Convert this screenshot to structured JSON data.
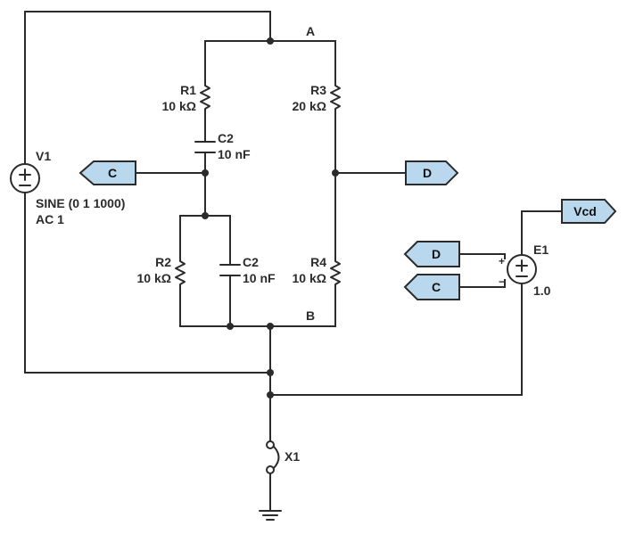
{
  "colors": {
    "line": "#2b2b2b",
    "label_fill": "#b9d8ee",
    "background": "#ffffff"
  },
  "nodes": {
    "a": "A",
    "b": "B"
  },
  "v1": {
    "name": "V1",
    "spec": "SINE (0 1 1000)",
    "ac": "AC 1"
  },
  "r1": {
    "name": "R1",
    "value": "10 kΩ"
  },
  "r2": {
    "name": "R2",
    "value": "10 kΩ"
  },
  "r3": {
    "name": "R3",
    "value": "20 kΩ"
  },
  "r4": {
    "name": "R4",
    "value": "10 kΩ"
  },
  "c_top": {
    "name": "C2",
    "value": "10 nF"
  },
  "c_bot": {
    "name": "C2",
    "value": "10 nF"
  },
  "e1": {
    "name": "E1",
    "gain": "1.0",
    "plus": "+",
    "minus": "−"
  },
  "x1": {
    "name": "X1"
  },
  "net_labels": {
    "c_out": "C",
    "d_out": "D",
    "d_in": "D",
    "c_in": "C",
    "vcd": "Vcd"
  }
}
